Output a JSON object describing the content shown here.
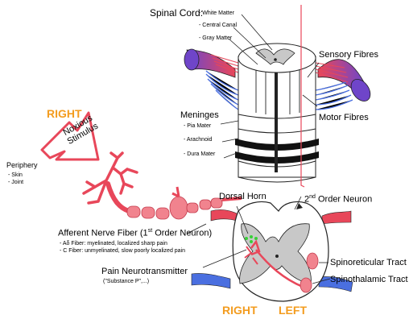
{
  "spinal_cord": {
    "title": "Spinal Cord:",
    "parts": [
      "- White Matter",
      "- Central Canal",
      "- Gray Matter"
    ]
  },
  "meninges": {
    "title": "Meninges",
    "parts": [
      "- Pia Mater",
      "- Arachnoid",
      "- Dura Mater"
    ]
  },
  "sensory_fibres": "Sensory Fibres",
  "motor_fibres": "Motor Fibres",
  "right_label_top": "RIGHT",
  "noxious_stimulus": {
    "line1": "Noxious",
    "line2": "Stimulus"
  },
  "periphery": {
    "title": "Periphery",
    "parts": [
      "- Skin",
      "- Joint"
    ]
  },
  "dorsal_horn": "Dorsal Horn",
  "second_order": {
    "pre": "2",
    "sup": "nd",
    "post": " Order Neuron"
  },
  "afferent": {
    "pre": "Afferent Nerve Fiber (1",
    "sup": "st",
    "post": " Order Neuron)",
    "parts": [
      "- Aδ Fiber: myelinated, localized sharp pain",
      "- C Fiber: unmyelinated, slow poorly localized pain"
    ]
  },
  "pain_neurotransmitter": {
    "title": "Pain Neurotransmitter",
    "sub": "(\"Substance P\",...)"
  },
  "spinoreticular": "Spinoreticular Tract",
  "spinothalamic": "Spinothalamic Tract",
  "bottom_right": "RIGHT",
  "bottom_left": "LEFT",
  "colors": {
    "red": "#e8475a",
    "blue": "#4a6fe0",
    "purple": "#6f45c9",
    "orange": "#f39c1f",
    "gray": "#c8c8c8"
  }
}
